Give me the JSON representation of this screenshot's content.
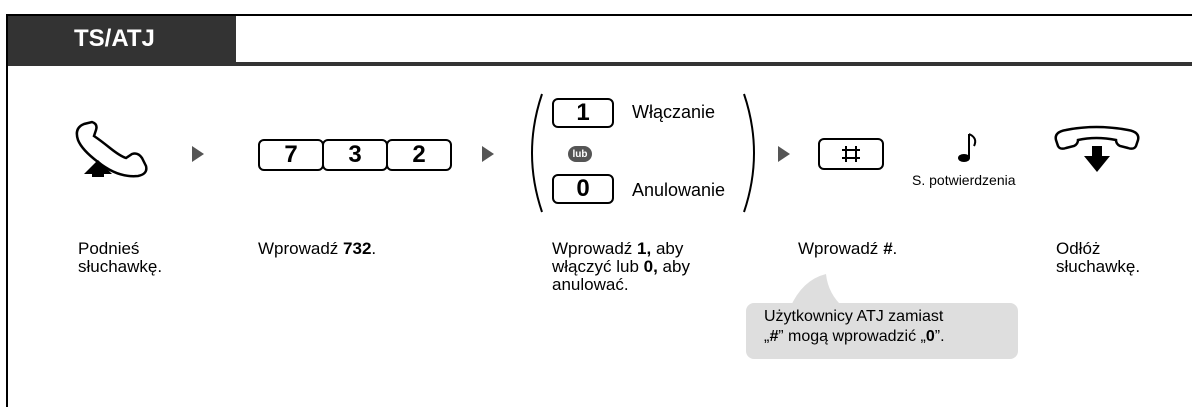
{
  "header": {
    "title": "TS/ATJ"
  },
  "keys": {
    "k7": "7",
    "k3": "3",
    "k2": "2",
    "k1": "1",
    "k0": "0",
    "hash": "#"
  },
  "options": {
    "on_label": "Włączanie",
    "off_label": "Anulowanie",
    "or_badge": "lub"
  },
  "tone_label": "S. potwierdzenia",
  "steps": {
    "lift": {
      "line1": "Podnieś",
      "line2": "słuchawkę."
    },
    "dial": {
      "prefix": "Wprowadź ",
      "code": "732",
      "suffix": "."
    },
    "choose": {
      "l1_pre": "Wprowadź ",
      "l1_b": "1,",
      "l1_post": " aby",
      "l2_pre": "włączyć lub ",
      "l2_b": "0,",
      "l2_post": " aby",
      "l3": "anulować."
    },
    "hash": {
      "prefix": "Wprowadź ",
      "key": "#",
      "suffix": "."
    },
    "hangup": {
      "line1": "Odłóż",
      "line2": "słuchawkę."
    }
  },
  "note": {
    "line1": "Użytkownicy ATJ zamiast",
    "l2_q1": "„",
    "l2_hash": "#",
    "l2_mid": "” mogą wprowadzić „",
    "l2_zero": "0",
    "l2_end": "”."
  },
  "colors": {
    "header_bg": "#333333",
    "arrow": "#555555",
    "note_bg": "#dedede"
  }
}
